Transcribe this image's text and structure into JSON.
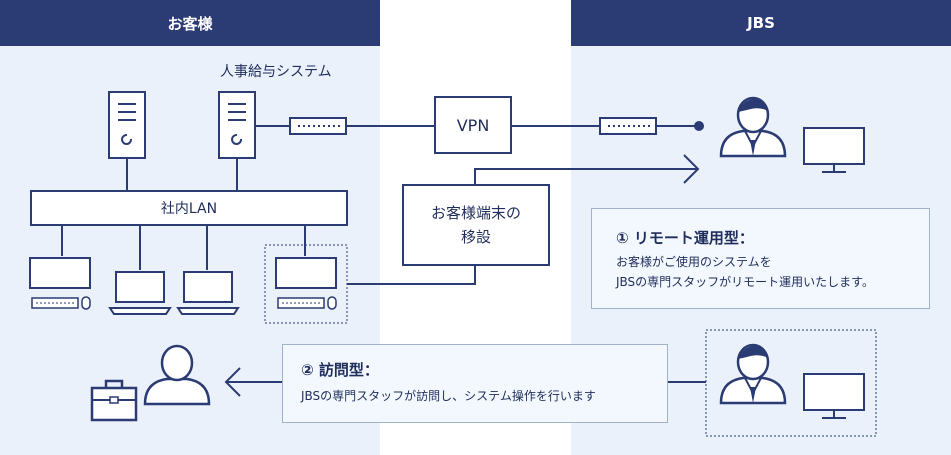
{
  "headers": {
    "customer": "お客様",
    "jbs": "JBS"
  },
  "system_label": "人事給与システム",
  "lan_label": "社内LAN",
  "vpn_label": "VPN",
  "migration": {
    "line1": "お客様端末の",
    "line2": "移設"
  },
  "remote": {
    "title": "① リモート運用型：",
    "line1": "お客様がご使用のシステムを",
    "line2": "JBSの専門スタッフがリモート運用いたします。"
  },
  "visit": {
    "title": "② 訪問型：",
    "line1": "JBSの専門スタッフが訪問し、システム操作を行います"
  },
  "colors": {
    "navy": "#2b3b73",
    "panel": "#eaf1fa",
    "info_bg": "#f2f8fd",
    "info_border": "#9fb2cc"
  }
}
